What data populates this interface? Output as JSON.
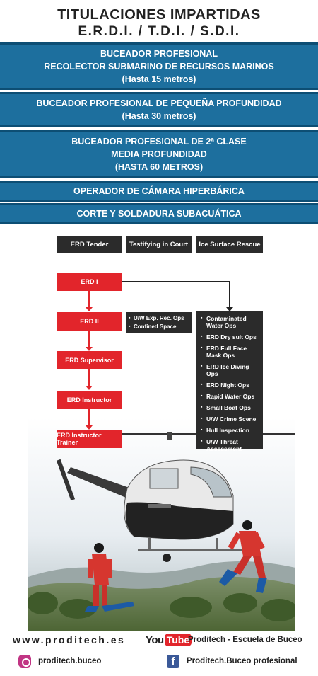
{
  "header": {
    "line1": "TITULACIONES IMPARTIDAS",
    "line2": "E.R.D.I. / T.D.I. / S.D.I."
  },
  "courses": [
    {
      "lines": [
        "BUCEADOR PROFESIONAL",
        "RECOLECTOR SUBMARINO DE RECURSOS MARINOS",
        "(Hasta 15 metros)"
      ]
    },
    {
      "lines": [
        "BUCEADOR PROFESIONAL DE PEQUEÑA PROFUNDIDAD",
        "(Hasta 30 metros)"
      ]
    },
    {
      "lines": [
        "BUCEADOR PROFESIONAL DE 2ª CLASE",
        "MEDIA PROFUNDIDAD",
        "(HASTA 60 METROS)"
      ]
    },
    {
      "lines": [
        "OPERADOR DE CÁMARA HIPERBÁRICA"
      ]
    },
    {
      "lines": [
        "CORTE Y SOLDADURA SUBACUÁTICA"
      ]
    }
  ],
  "tags": [
    "ERD Tender",
    "Testifying in Court",
    "Ice Surface Rescue"
  ],
  "erd_path": [
    "ERD I",
    "ERD II",
    "ERD Supervisor",
    "ERD Instructor",
    "ERD Instructor Trainer"
  ],
  "erd2_specialties": [
    "U/W Exp. Rec. Ops",
    "Confined Space Ops"
  ],
  "erd1_specialties": [
    "Contaminated Water Ops",
    "ERD Dry suit Ops",
    "ERD Full Face Mask Ops",
    "ERD Ice Diving Ops",
    "ERD Night Ops",
    "Rapid Water Ops",
    "Small Boat Ops",
    "U/W Crime Scene",
    "Hull Inspection",
    "U/W Threat Assessment"
  ],
  "footer": {
    "website": "www.proditech.es",
    "youtube_you": "You",
    "youtube_tube": "Tube",
    "youtube_channel": "Proditech - Escuela de Buceo",
    "instagram": "proditech.buceo",
    "facebook": "Proditech.Buceo profesional"
  },
  "colors": {
    "band": "#1d6f9e",
    "band_border": "#0d4e74",
    "erd_red": "#e2252b",
    "box_dark": "#2b2b2b"
  },
  "icons": [
    "youtube-logo",
    "instagram-icon",
    "facebook-icon",
    "helicopter-photo"
  ]
}
